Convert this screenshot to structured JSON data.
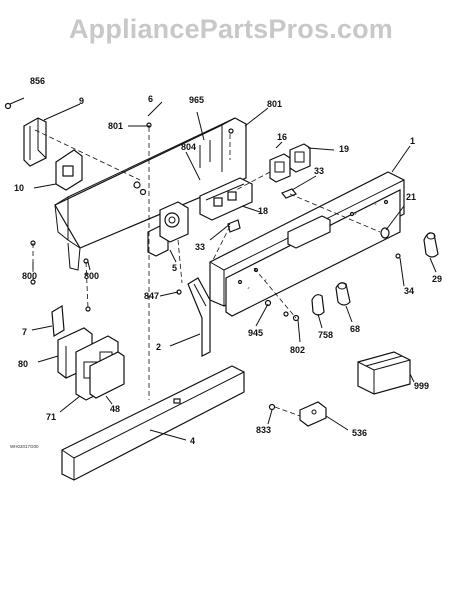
{
  "watermark": "AppliancePartsPros.com",
  "drawing_code": "WH02017G00",
  "labels": {
    "l856": "856",
    "l9": "9",
    "l6": "6",
    "l965": "965",
    "l801a": "801",
    "l801b": "801",
    "l804": "804",
    "l16": "16",
    "l19": "19",
    "l1": "1",
    "l10": "10",
    "l33a": "33",
    "l18": "18",
    "l21": "21",
    "l33b": "33",
    "l5": "5",
    "l800a": "800",
    "l800b": "800",
    "l29": "29",
    "l847": "847",
    "l34": "34",
    "l7": "7",
    "l945": "945",
    "l758": "758",
    "l68": "68",
    "l2": "2",
    "l802": "802",
    "l80": "80",
    "l999": "999",
    "l71": "71",
    "l48": "48",
    "l833": "833",
    "l536": "536",
    "l4": "4"
  }
}
